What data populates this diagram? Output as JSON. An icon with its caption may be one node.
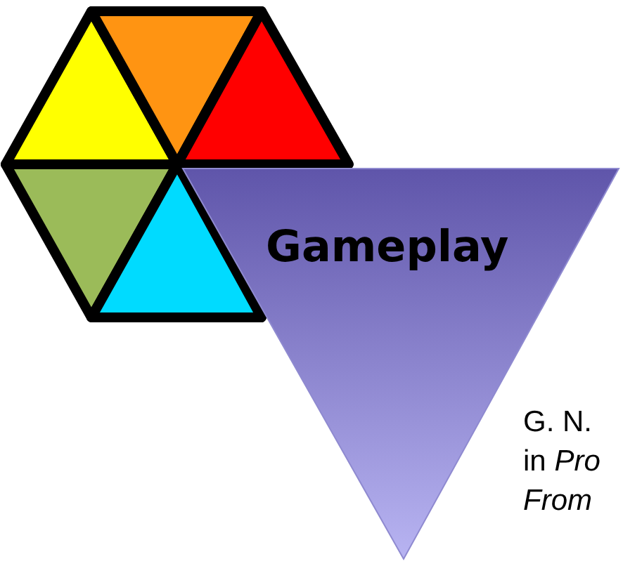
{
  "diagram": {
    "nodes": [
      {
        "text": [],
        "shape": "triangle"
      },
      {
        "text": [],
        "shape": "triangle"
      },
      {
        "text": [],
        "shape": "triangle"
      },
      {
        "text": [],
        "shape": "triangle"
      },
      {
        "text": [],
        "shape": "triangle"
      },
      {
        "text": [
          "Gameplay"
        ]
      }
    ],
    "labels": [
      "G. N.",
      "in *Pro*",
      "From"
    ]
  }
}
